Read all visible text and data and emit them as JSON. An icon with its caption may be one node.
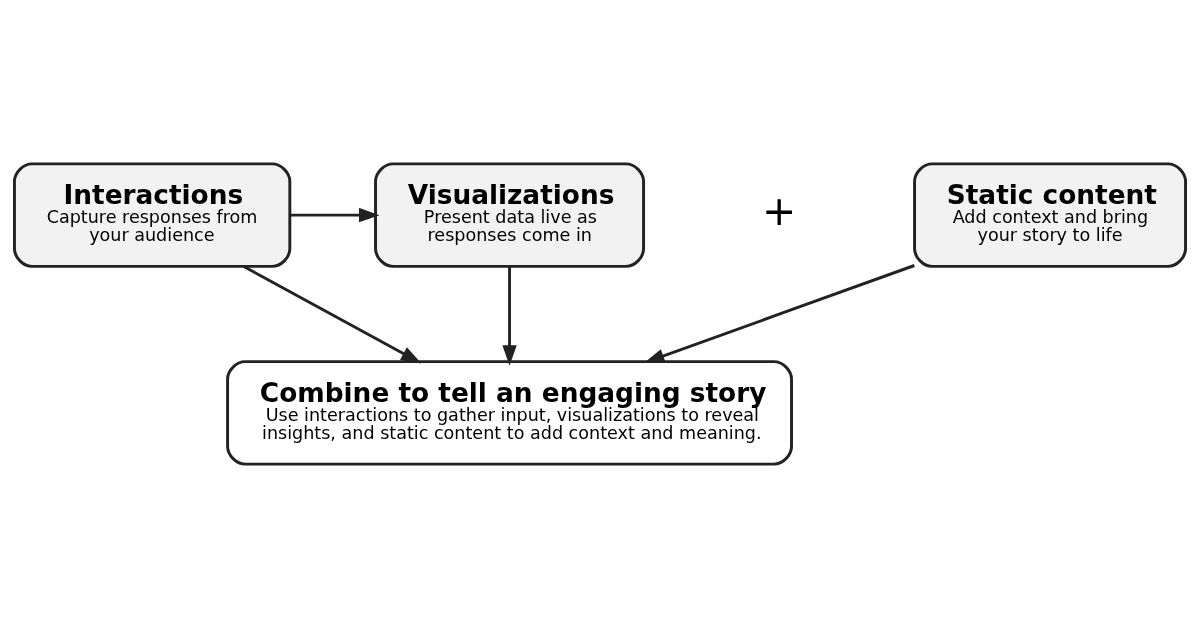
{
  "diagram": {
    "nodes": [
      {
        "text": [
          "Interactions",
          "Capture responses from your audience"
        ]
      },
      {
        "text": [
          "Visualizations",
          "Present data live as responses come in"
        ]
      },
      {
        "text": [
          "Static content",
          "Add context and bring your story to life"
        ]
      },
      {
        "text": [
          "Combine to tell an engaging story",
          "Use interactions to gather input, visualizations to reveal insights, and static content to add context and meaning."
        ]
      }
    ],
    "edges": [
      {
        "from": 0,
        "to": 1,
        "arrow": "to"
      },
      {
        "from": 0,
        "to": 3,
        "arrow": "to"
      },
      {
        "from": 1,
        "to": 3,
        "arrow": "to"
      },
      {
        "from": 2,
        "to": 3,
        "arrow": "to"
      }
    ],
    "labels": [
      "+"
    ]
  }
}
